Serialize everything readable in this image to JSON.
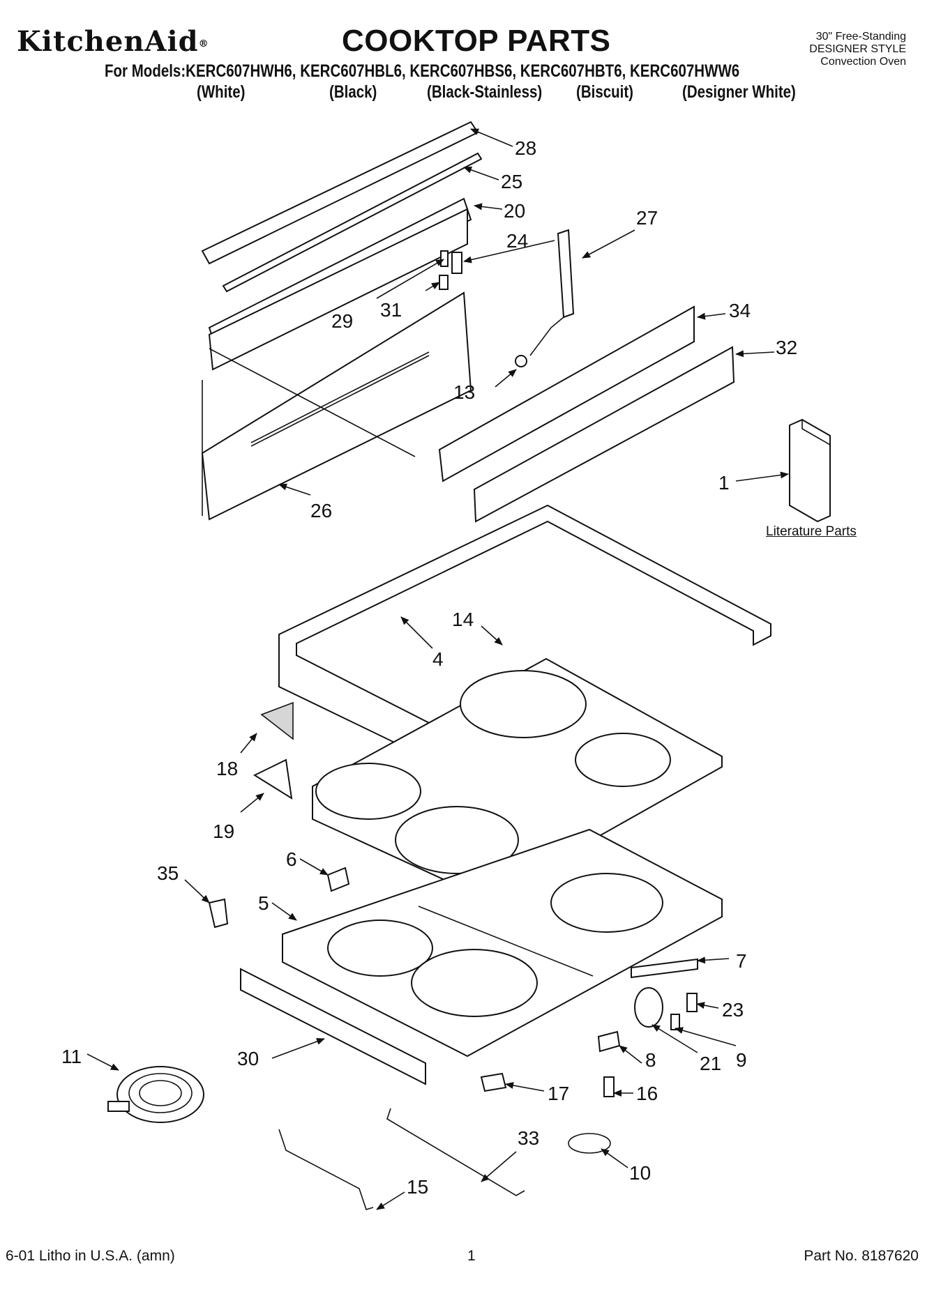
{
  "header": {
    "brand": "KitchenAid",
    "brand_mark": "®",
    "title": "COOKTOP PARTS",
    "models_line": "For Models:KERC607HWH6, KERC607HBL6, KERC607HBS6, KERC607HBT6, KERC607HWW6",
    "colors": [
      "(White)",
      "(Black)",
      "(Black-Stainless)",
      "(Biscuit)",
      "(Designer White)"
    ],
    "side_info": [
      "30\" Free-Standing",
      "DESIGNER STYLE",
      "Convection Oven"
    ]
  },
  "literature_parts_label": "Literature Parts",
  "callouts": [
    "1",
    "4",
    "5",
    "6",
    "7",
    "8",
    "9",
    "10",
    "11",
    "13",
    "14",
    "15",
    "16",
    "17",
    "18",
    "19",
    "20",
    "21",
    "23",
    "24",
    "25",
    "26",
    "27",
    "28",
    "29",
    "30",
    "31",
    "32",
    "33",
    "34",
    "35"
  ],
  "footer": {
    "left": "6-01 Litho in U.S.A. (amn)",
    "center": "1",
    "right": "Part No. 8187620"
  }
}
